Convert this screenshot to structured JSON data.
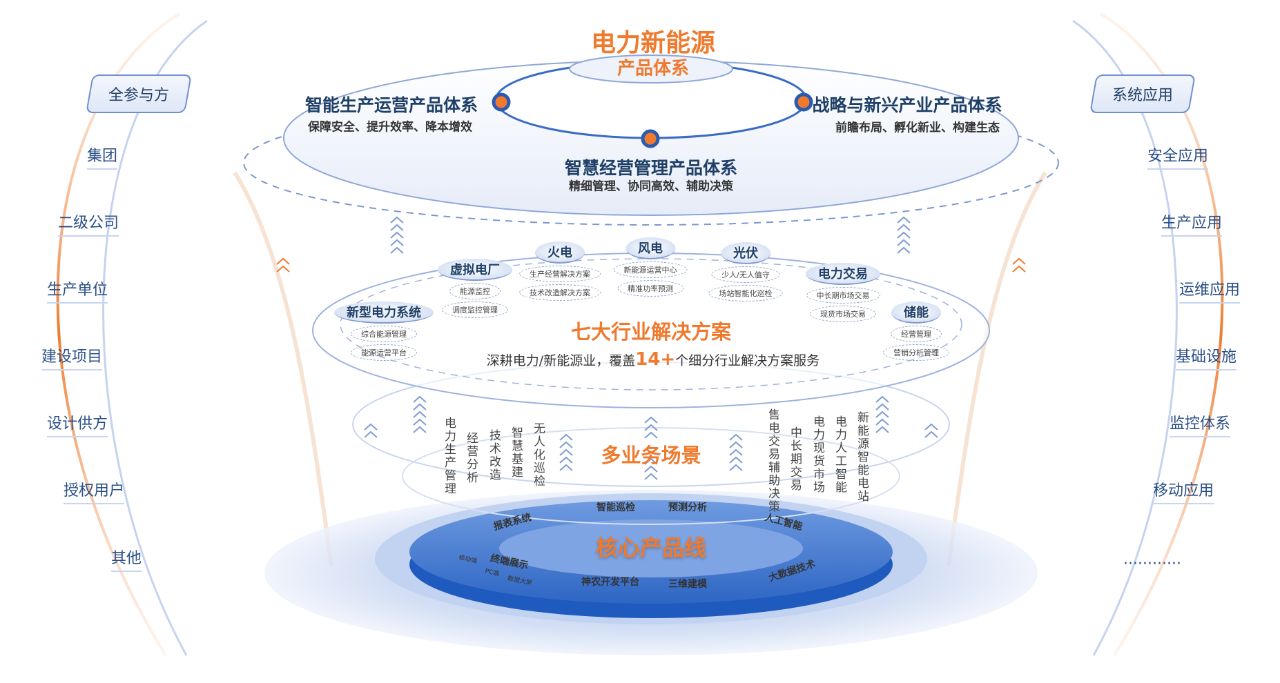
{
  "top": {
    "title": "电力新能源",
    "subtitle": "产品体系",
    "systems": [
      {
        "name": "智能生产运营产品体系",
        "desc": "保障安全、提升效率、降本增效"
      },
      {
        "name": "战略与新兴产业产品体系",
        "desc": "前瞻布局、孵化新业、构建生态"
      },
      {
        "name": "智慧经营管理产品体系",
        "desc": "精细管理、协同高效、辅助决策"
      }
    ]
  },
  "industry": {
    "title": "七大行业解决方案",
    "desc_prefix": "深耕电力/新能源业，覆盖",
    "desc_highlight": "14+",
    "desc_suffix": "个细分行业解决方案服务",
    "nodes": [
      {
        "title": "新型电力系统",
        "items": [
          "综合能源管理",
          "能源运营平台"
        ]
      },
      {
        "title": "虚拟电厂",
        "items": [
          "能源监控",
          "调度监控管理"
        ]
      },
      {
        "title": "火电",
        "items": [
          "生产经营解决方案",
          "技术改造解决方案"
        ]
      },
      {
        "title": "风电",
        "items": [
          "新能源运营中心",
          "精准功率预测"
        ]
      },
      {
        "title": "光伏",
        "items": [
          "少人/无人值守",
          "场站智能化巡检"
        ]
      },
      {
        "title": "电力交易",
        "items": [
          "中长期市场交易",
          "现货市场交易"
        ]
      },
      {
        "title": "储能",
        "items": [
          "经营管理",
          "营销分析管理"
        ]
      }
    ]
  },
  "scenes": {
    "title": "多业务场景",
    "left": [
      "电力生产管理",
      "经营分析",
      "技术改造",
      "智慧基建",
      "无人化巡检"
    ],
    "right": [
      "售电交易辅助决策",
      "中长期交易",
      "电力现货市场",
      "电力人工智能",
      "新能源智能电站"
    ]
  },
  "core": {
    "title": "核心产品线",
    "items": [
      "报表系统",
      "智能巡检",
      "预测分析",
      "人工智能",
      "终端展示",
      "神农开发平台",
      "三维建模",
      "大数据技术"
    ],
    "terminal_sub": [
      "移动端",
      "PC端",
      "数据大屏"
    ]
  },
  "left_panel": {
    "title": "全参与方",
    "items": [
      "集团",
      "二级公司",
      "生产单位",
      "建设项目",
      "设计供方",
      "授权用户",
      "其他"
    ]
  },
  "right_panel": {
    "title": "系统应用",
    "items": [
      "安全应用",
      "生产应用",
      "运维应用",
      "基础设施",
      "监控体系",
      "移动应用",
      "............"
    ]
  },
  "colors": {
    "accent": "#ef7a2e",
    "primary": "#1f3f66",
    "line": "#6d8fd0"
  }
}
